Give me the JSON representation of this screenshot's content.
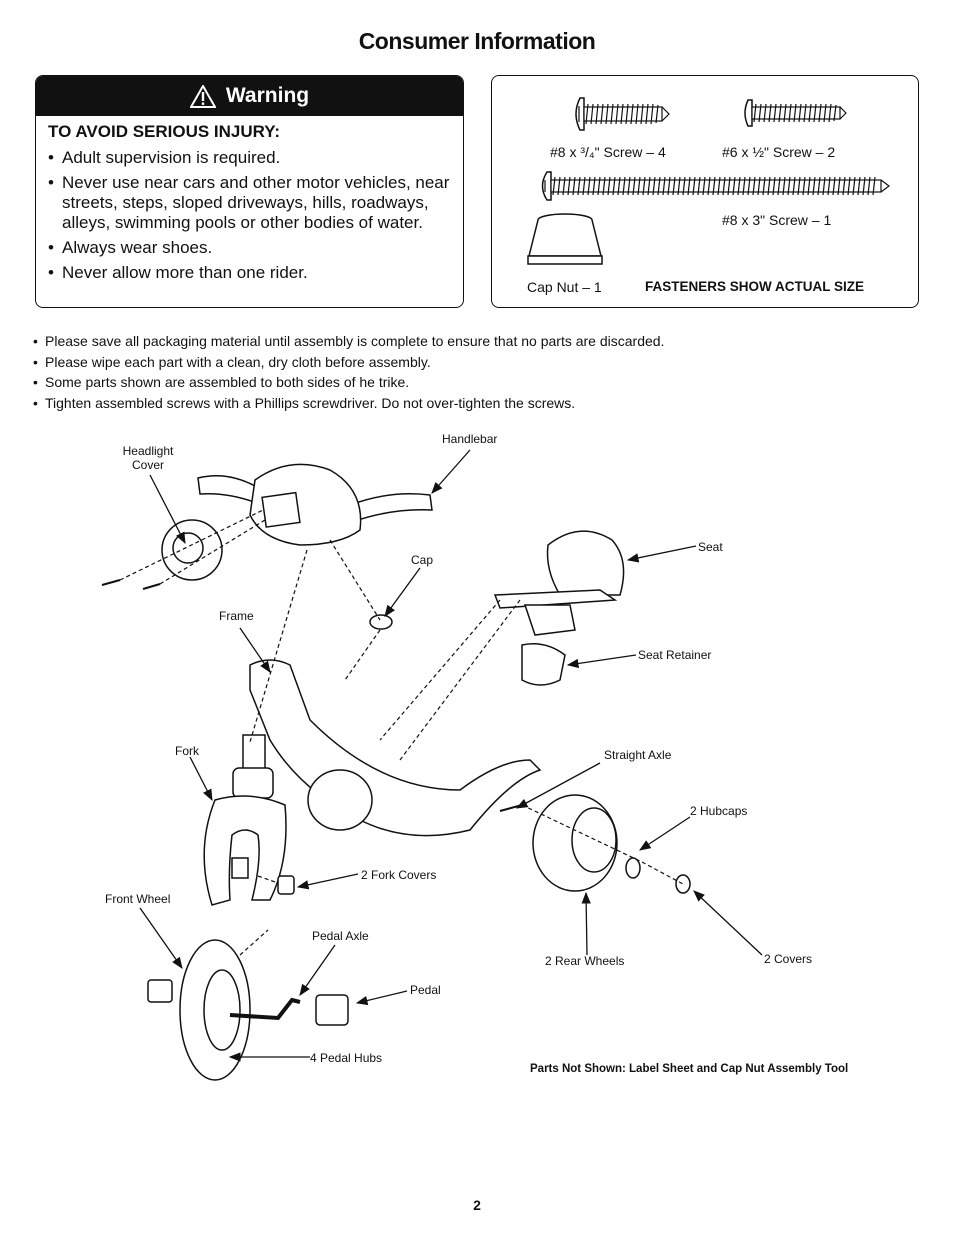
{
  "page_title": "Consumer Information",
  "warning": {
    "heading": "Warning",
    "lead": "TO AVOID SERIOUS INJURY:",
    "items": [
      "Adult supervision is required.",
      "Never use near cars and other motor vehicles, near streets, steps, sloped driveways, hills, roadways, alleys, swimming pools or other bodies of water.",
      "Always wear shoes.",
      "Never allow more than one rider."
    ]
  },
  "fasteners": {
    "screw_8_34": "#8 x ³/₄\" Screw – 4",
    "screw_6_12": "#6 x ½\" Screw – 2",
    "screw_8_3": "#8 x 3\" Screw – 1",
    "cap_nut": "Cap Nut – 1",
    "note": "FASTENERS SHOW ACTUAL SIZE"
  },
  "notes": [
    "Please save all packaging material until assembly is complete to ensure that no parts are discarded.",
    "Please wipe each part with a clean, dry cloth before assembly.",
    "Some parts shown are assembled to both sides of he trike.",
    "Tighten assembled screws with a Phillips screwdriver. Do not over-tighten the screws."
  ],
  "parts": {
    "headlight_cover_1": "Headlight",
    "headlight_cover_2": "Cover",
    "handlebar": "Handlebar",
    "cap": "Cap",
    "seat": "Seat",
    "frame": "Frame",
    "seat_retainer": "Seat Retainer",
    "fork": "Fork",
    "straight_axle": "Straight Axle",
    "hubcaps": "2 Hubcaps",
    "fork_covers": "2 Fork Covers",
    "front_wheel": "Front Wheel",
    "pedal_axle": "Pedal Axle",
    "rear_wheels": "2 Rear Wheels",
    "covers": "2 Covers",
    "pedal": "Pedal",
    "pedal_hubs": "4 Pedal Hubs"
  },
  "parts_not_shown": "Parts Not Shown: Label Sheet and Cap Nut Assembly Tool",
  "page_number": "2"
}
